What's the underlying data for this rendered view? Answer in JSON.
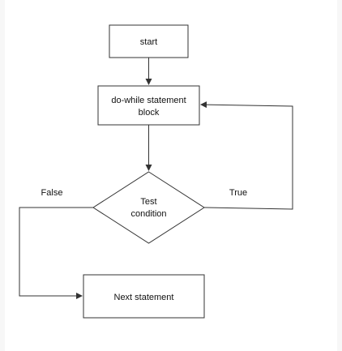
{
  "diagram": {
    "nodes": {
      "start": {
        "label": "start"
      },
      "do_while_block": {
        "label_line1": "do-while statement",
        "label_line2": "block"
      },
      "test_condition": {
        "label_line1": "Test",
        "label_line2": "condition"
      },
      "next_statement": {
        "label": "Next statement"
      }
    },
    "edges": {
      "true_label": "True",
      "false_label": "False"
    },
    "colors": {
      "stroke": "#333333",
      "text": "#111111",
      "background": "#ffffff"
    }
  }
}
